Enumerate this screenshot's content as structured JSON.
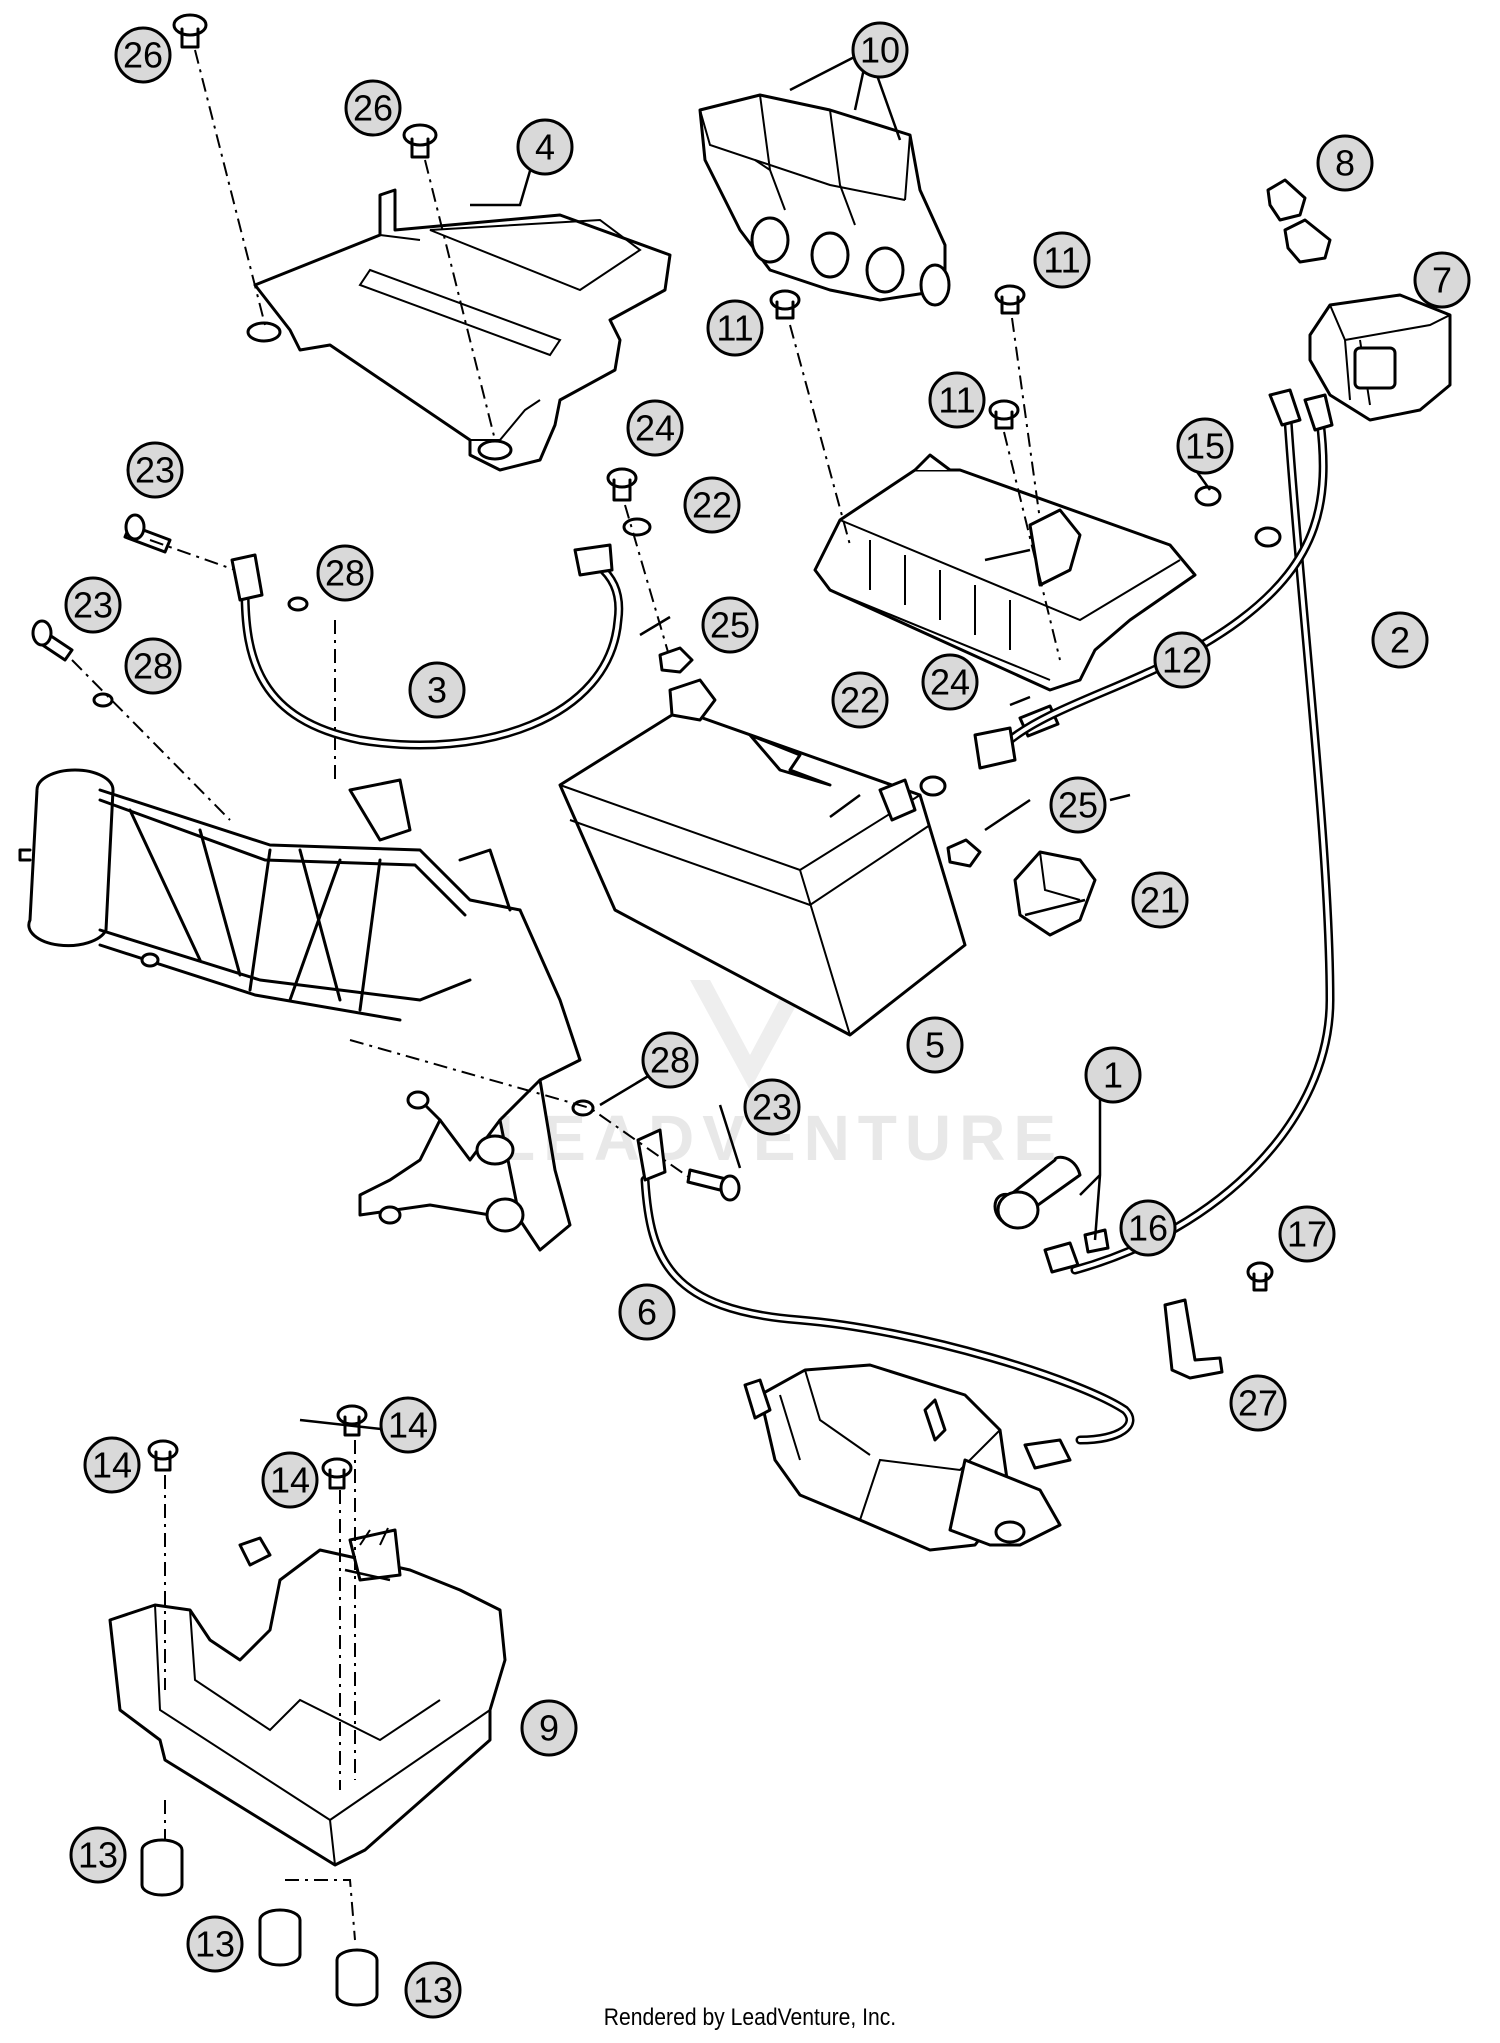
{
  "diagram": {
    "callouts": [
      "1",
      "2",
      "3",
      "4",
      "5",
      "6",
      "7",
      "8",
      "9",
      "10",
      "11",
      "12",
      "13",
      "14",
      "15",
      "16",
      "17",
      "21",
      "22",
      "23",
      "24",
      "25",
      "26",
      "27",
      "28"
    ],
    "watermark": "LEADVENTURE"
  },
  "footer": "Rendered by LeadVenture, Inc."
}
